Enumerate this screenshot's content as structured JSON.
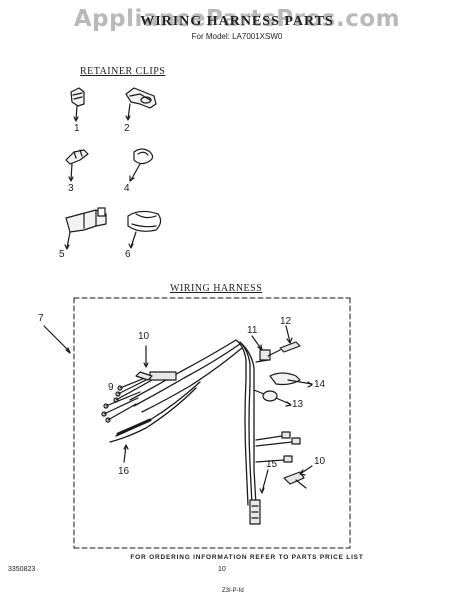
{
  "watermark": "AppliancePartsPros.com",
  "header": {
    "title": "WIRING HARNESS PARTS",
    "model_line": "For Model: LA7001XSW0"
  },
  "sections": {
    "retainer_clips": "RETAINER CLIPS",
    "wiring_harness": "WIRING HARNESS"
  },
  "callouts": {
    "c1": "1",
    "c2": "2",
    "c3": "3",
    "c4": "4",
    "c5": "5",
    "c6": "6",
    "c7": "7",
    "c9": "9",
    "c10a": "10",
    "c10b": "10",
    "c11": "11",
    "c12": "12",
    "c13": "13",
    "c14": "14",
    "c15": "15",
    "c16": "16"
  },
  "footer": {
    "ordering_note": "FOR ORDERING INFORMATION REFER TO PARTS PRICE LIST",
    "doc_number": "3350823",
    "page_number": "10",
    "bottom_mark": "Z3I-P-fd"
  }
}
